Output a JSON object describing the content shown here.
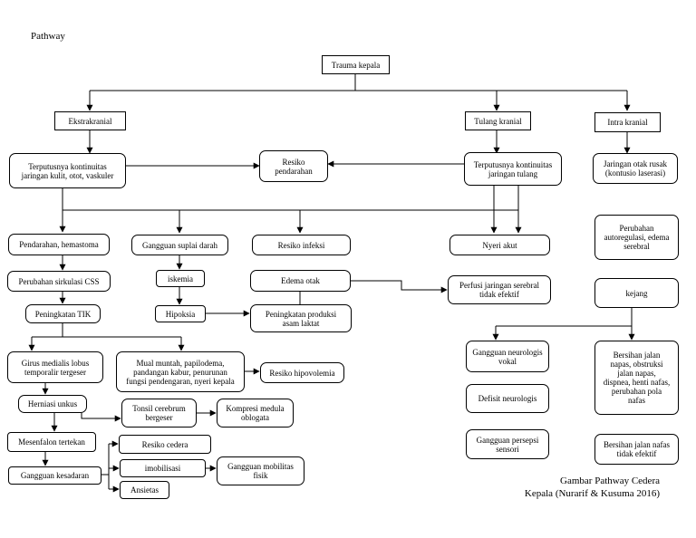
{
  "title": "Pathway",
  "caption": "Gambar Pathway Cedera\nKepala (Nurarif & Kusuma 2016)",
  "nodes": {
    "trauma": "Trauma kepala",
    "ekstrakranial": "Ekstrakranial",
    "tulang": "Tulang kranial",
    "intra": "Intra kranial",
    "terputus_kulit": "Terputusnya kontinuitas\njaringan kulit, otot, vaskuler",
    "resiko_perdarahan": "Resiko\npendarahan",
    "terputus_tulang": "Terputusnya kontinuitas\njaringan tulang",
    "jaringan_otak": "Jaringan otak rusak\n(kontusio laserasi)",
    "perdarahan_hematoma": "Pendarahan, hemastoma",
    "gangguan_suplai": "Gangguan suplai darah",
    "resiko_infeksi": "Resiko infeksi",
    "nyeri_akut": "Nyeri akut",
    "perubahan_autoregulasi": "Perubahan\nautoregulasi, edema\nserebral",
    "perubahan_css": "Perubahan sirkulasi CSS",
    "iskemia": "iskemia",
    "edema_otak": "Edema otak",
    "perfusi": "Perfusi jaringan serebral\ntidak efektif",
    "kejang": "kejang",
    "peningkatan_tik": "Peningkatan TIK",
    "hipoksia": "Hipoksia",
    "asam_laktat": "Peningkatan produksi\nasam laktat",
    "gangguan_neuro_vokal": "Gangguan neurologis\nvokal",
    "bersihan_detail": "Bersihan jalan\nnapas, obstruksi\njalan napas,\ndispnea, henti nafas,\nperubahan pola\nnafas",
    "girus": "Girus medialis lobus\ntemporalir tergeser",
    "mual": "Mual muntah, papilodema,\npandangan kabur, penurunan\nfungsi pendengaran, nyeri kepala",
    "resiko_hipovolemia": "Resiko hipovolemia",
    "defisit": "Defisit neurologis",
    "herniasi": "Herniasi unkus",
    "tonsil": "Tonsil cerebrum\nbergeser",
    "kompresi": "Kompresi medula\noblogata",
    "gangguan_persepsi": "Gangguan persepsi\nsensori",
    "mesenfalon": "Mesenfalon tertekan",
    "resiko_cedera": "Resiko cedera",
    "bersihan_tidak_efektif": "Bersihan jalan nafas\ntidak efektif",
    "imobilisasi": "imobilisasi",
    "gangguan_mobilitas": "Gangguan mobilitas\nfisik",
    "gangguan_kesadaran": "Gangguan kesadaran",
    "ansietas": "Ansietas"
  }
}
